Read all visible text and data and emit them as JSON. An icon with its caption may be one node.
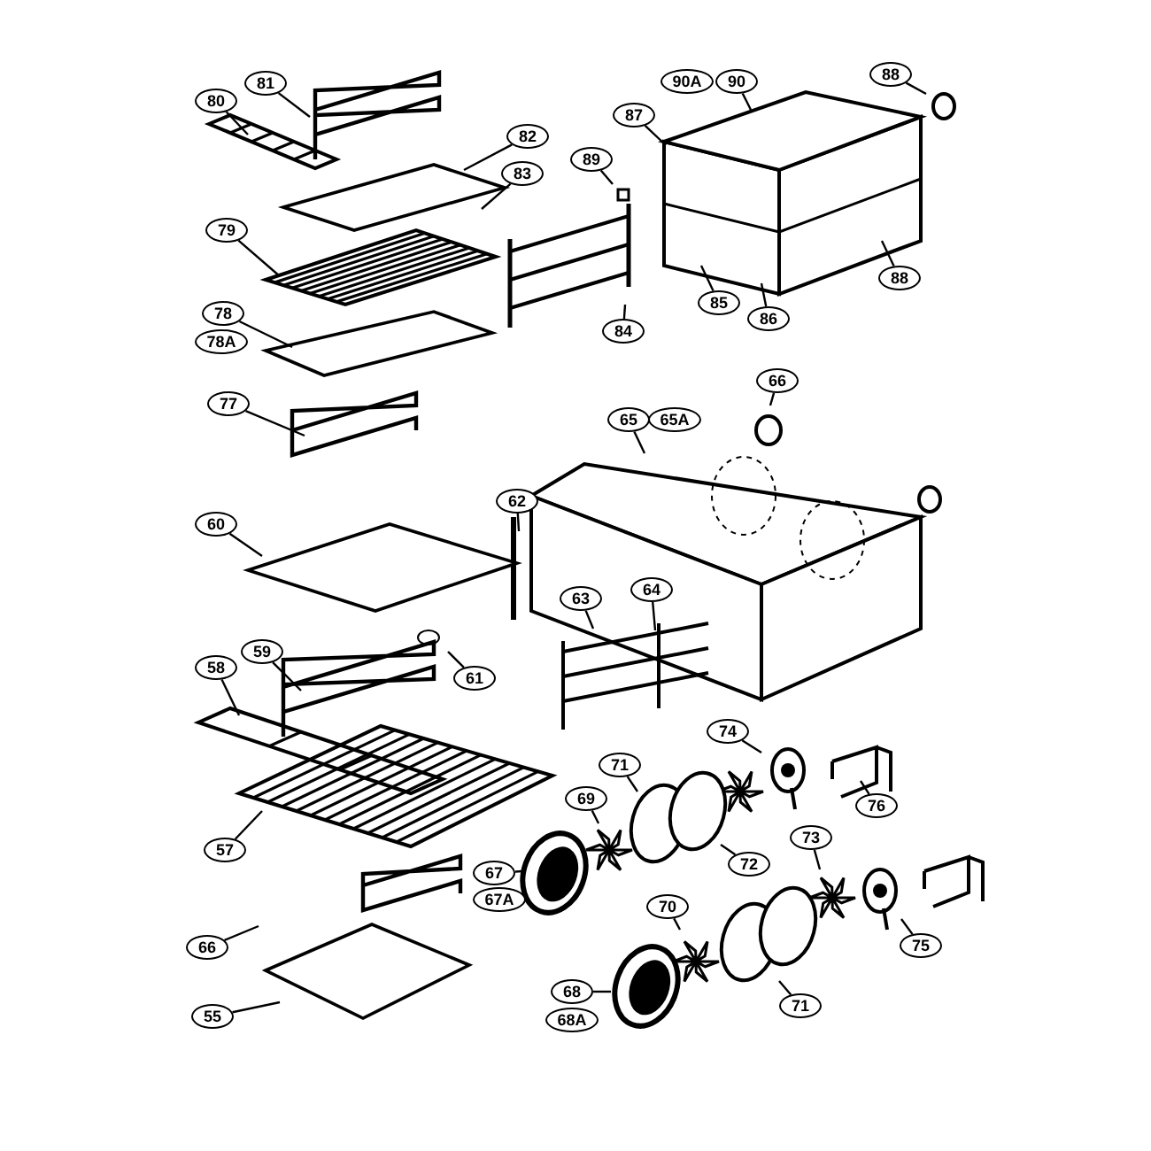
{
  "diagram": {
    "nodes": [
      {
        "text": [
          "81"
        ]
      },
      {
        "text": [
          "80"
        ]
      },
      {
        "text": [
          "82"
        ]
      },
      {
        "text": [
          "83"
        ]
      },
      {
        "text": [
          "79"
        ]
      },
      {
        "text": [
          "78"
        ]
      },
      {
        "text": [
          "78A"
        ]
      },
      {
        "text": [
          "77"
        ]
      },
      {
        "text": [
          "89"
        ]
      },
      {
        "text": [
          "87"
        ]
      },
      {
        "text": [
          "90A"
        ]
      },
      {
        "text": [
          "90"
        ]
      },
      {
        "text": [
          "88"
        ]
      },
      {
        "text": [
          "84"
        ]
      },
      {
        "text": [
          "85"
        ]
      },
      {
        "text": [
          "86"
        ]
      },
      {
        "text": [
          "88"
        ]
      },
      {
        "text": [
          "66"
        ]
      },
      {
        "text": [
          "65"
        ]
      },
      {
        "text": [
          "65A"
        ]
      },
      {
        "text": [
          "62"
        ]
      },
      {
        "text": [
          "60"
        ]
      },
      {
        "text": [
          "63"
        ]
      },
      {
        "text": [
          "64"
        ]
      },
      {
        "text": [
          "61"
        ]
      },
      {
        "text": [
          "59"
        ]
      },
      {
        "text": [
          "58"
        ]
      },
      {
        "text": [
          "57"
        ]
      },
      {
        "text": [
          "74"
        ]
      },
      {
        "text": [
          "76"
        ]
      },
      {
        "text": [
          "71"
        ]
      },
      {
        "text": [
          "69"
        ]
      },
      {
        "text": [
          "73"
        ]
      },
      {
        "text": [
          "72"
        ]
      },
      {
        "text": [
          "67"
        ]
      },
      {
        "text": [
          "67A"
        ]
      },
      {
        "text": [
          "70"
        ]
      },
      {
        "text": [
          "75"
        ]
      },
      {
        "text": [
          "71"
        ]
      },
      {
        "text": [
          "66"
        ]
      },
      {
        "text": [
          "55"
        ]
      },
      {
        "text": [
          "68"
        ]
      },
      {
        "text": [
          "68A"
        ]
      }
    ],
    "edges": [
      {
        "from": 0,
        "to": null,
        "arrow": "none"
      },
      {
        "from": 1,
        "to": null,
        "arrow": "none"
      },
      {
        "from": 2,
        "to": null,
        "arrow": "none"
      },
      {
        "from": 3,
        "to": null,
        "arrow": "none"
      },
      {
        "from": 4,
        "to": null,
        "arrow": "none"
      },
      {
        "from": 5,
        "to": null,
        "arrow": "none"
      },
      {
        "from": 7,
        "to": null,
        "arrow": "none"
      },
      {
        "from": 8,
        "to": null,
        "arrow": "none"
      },
      {
        "from": 9,
        "to": null,
        "arrow": "none"
      },
      {
        "from": 11,
        "to": null,
        "arrow": "none"
      },
      {
        "from": 12,
        "to": null,
        "arrow": "none"
      },
      {
        "from": 13,
        "to": null,
        "arrow": "none"
      },
      {
        "from": 14,
        "to": null,
        "arrow": "none"
      },
      {
        "from": 15,
        "to": null,
        "arrow": "none"
      },
      {
        "from": 16,
        "to": null,
        "arrow": "none"
      },
      {
        "from": 17,
        "to": null,
        "arrow": "none"
      },
      {
        "from": 18,
        "to": null,
        "arrow": "none"
      },
      {
        "from": 20,
        "to": null,
        "arrow": "none"
      },
      {
        "from": 21,
        "to": null,
        "arrow": "none"
      },
      {
        "from": 22,
        "to": null,
        "arrow": "none"
      },
      {
        "from": 23,
        "to": null,
        "arrow": "none"
      },
      {
        "from": 24,
        "to": null,
        "arrow": "none"
      },
      {
        "from": 25,
        "to": null,
        "arrow": "none"
      },
      {
        "from": 26,
        "to": null,
        "arrow": "none"
      },
      {
        "from": 27,
        "to": null,
        "arrow": "none"
      },
      {
        "from": 28,
        "to": null,
        "arrow": "none"
      },
      {
        "from": 29,
        "to": null,
        "arrow": "none"
      },
      {
        "from": 30,
        "to": null,
        "arrow": "none"
      },
      {
        "from": 31,
        "to": null,
        "arrow": "none"
      },
      {
        "from": 32,
        "to": null,
        "arrow": "none"
      },
      {
        "from": 33,
        "to": null,
        "arrow": "none"
      },
      {
        "from": 34,
        "to": null,
        "arrow": "none"
      },
      {
        "from": 36,
        "to": null,
        "arrow": "none"
      },
      {
        "from": 37,
        "to": null,
        "arrow": "none"
      },
      {
        "from": 38,
        "to": null,
        "arrow": "none"
      },
      {
        "from": 39,
        "to": null,
        "arrow": "none"
      },
      {
        "from": 40,
        "to": null,
        "arrow": "none"
      },
      {
        "from": 41,
        "to": null,
        "arrow": "none"
      }
    ]
  }
}
